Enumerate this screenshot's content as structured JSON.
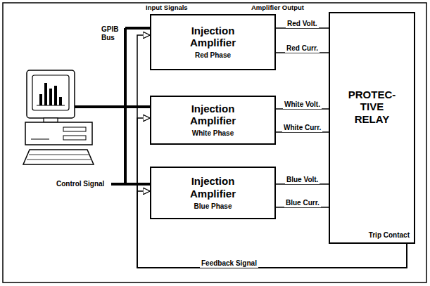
{
  "diagram": {
    "nodes": [
      {
        "text": [
          "Injection Amplifier",
          "Red Phase"
        ]
      },
      {
        "text": [
          "Injection Amplifier",
          "White Phase"
        ]
      },
      {
        "text": [
          "Injection Amplifier",
          "Blue Phase"
        ]
      },
      {
        "text": [
          "PROTEC- TIVE RELAY",
          "Trip Contact"
        ]
      }
    ],
    "edges": [
      {
        "from": 0,
        "to": 3,
        "arrow": "none",
        "label": "Red Volt."
      },
      {
        "from": 0,
        "to": 3,
        "arrow": "none",
        "label": "Red Curr."
      },
      {
        "from": 1,
        "to": 3,
        "arrow": "none",
        "label": "White Volt."
      },
      {
        "from": 1,
        "to": 3,
        "arrow": "none",
        "label": "White Curr."
      },
      {
        "from": 2,
        "to": 3,
        "arrow": "none",
        "label": "Blue Volt."
      },
      {
        "from": 2,
        "to": 3,
        "arrow": "none",
        "label": "Blue Curr."
      },
      {
        "from": 3,
        "to": 0,
        "arrow": "to"
      },
      {
        "from": 3,
        "to": 1,
        "arrow": "to"
      },
      {
        "from": 3,
        "to": 2,
        "arrow": "to",
        "label": "Feedback Signal"
      }
    ],
    "labels": [
      "Input Signals",
      "Amplifier Output",
      "GPIB Bus",
      "Control Signal"
    ]
  }
}
